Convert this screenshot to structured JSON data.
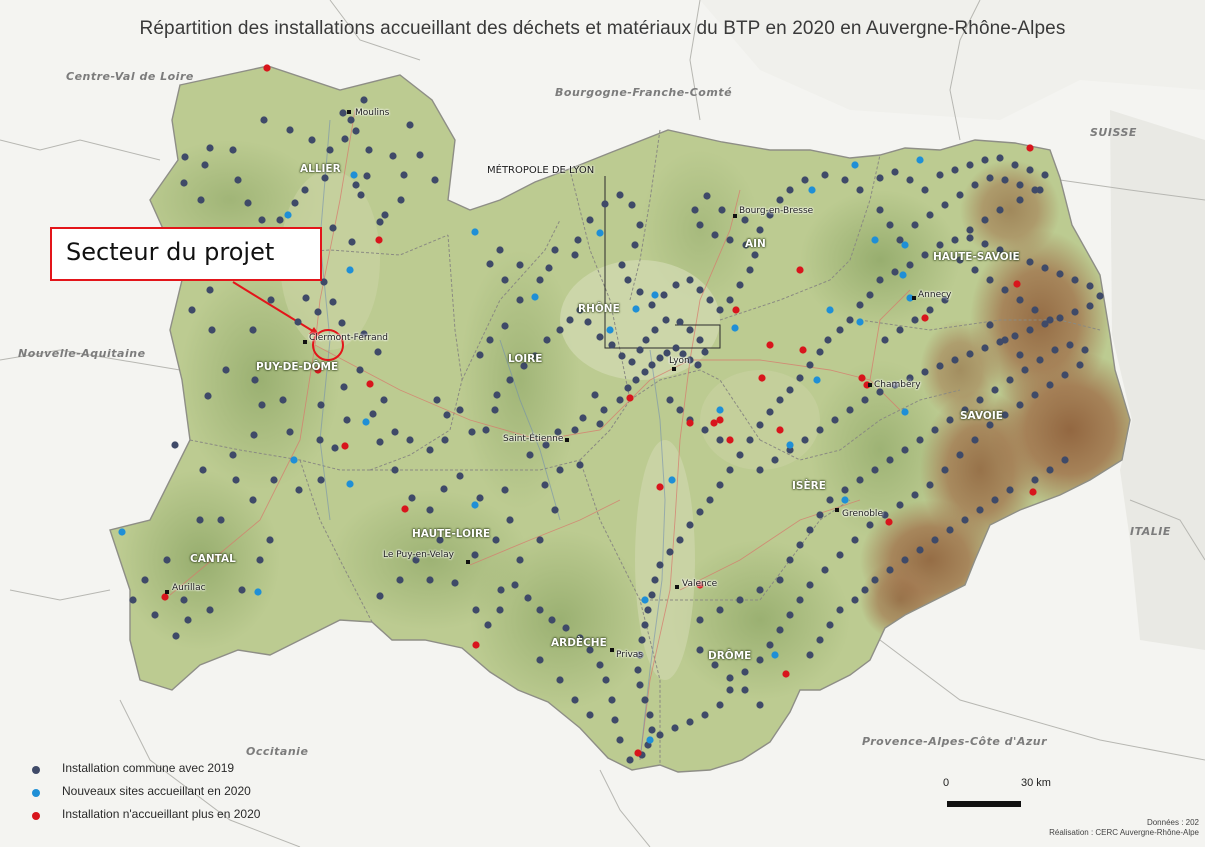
{
  "title": "Répartition des installations accueillant des déchets et matériaux du BTP en 2020 en Auvergne-Rhône-Alpes",
  "colors": {
    "commune_2019": "#3f4a68",
    "nouveaux_2020": "#1f8fd6",
    "plus_2020": "#d8151c",
    "callout_red": "#e3151a",
    "plain_green": "#b9c98f",
    "mountain_brown": "#9a6a44",
    "outside_land": "#efefec"
  },
  "callout": {
    "text": "Secteur du projet"
  },
  "regions": {
    "centre_val_de_loire": "Centre-Val de Loire",
    "bourgogne_franche_comte": "Bourgogne-Franche-Comté",
    "suisse": "SUISSE",
    "nouvelle_aquitaine": "Nouvelle-Aquitaine",
    "italie": "ITALIE",
    "occitanie": "Occitanie",
    "provence": "Provence-Alpes-Côte d'Azur"
  },
  "metropole": "MÉTROPOLE DE LYON",
  "departments": {
    "allier": "ALLIER",
    "puy_de_dome": "PUY-DE-DÔME",
    "cantal": "CANTAL",
    "haute_loire": "HAUTE-LOIRE",
    "loire": "LOIRE",
    "rhone": "RHÔNE",
    "ain": "AIN",
    "haute_savoie": "HAUTE-SAVOIE",
    "savoie": "SAVOIE",
    "isere": "ISÈRE",
    "drome": "DRÔME",
    "ardeche": "ARDÈCHE"
  },
  "cities": {
    "moulins": "Moulins",
    "clermont": "Clermont-Ferrand",
    "aurillac": "Aurillac",
    "le_puy": "Le Puy-en-Velay",
    "saint_etienne": "Saint-Étienne",
    "lyon": "Lyon",
    "bourg": "Bourg-en-Bresse",
    "annecy": "Annecy",
    "chambery": "Chambéry",
    "grenoble": "Grenoble",
    "valence": "Valence",
    "privas": "Privas"
  },
  "legend": [
    {
      "label": "Installation commune avec 2019",
      "color": "#3f4a68"
    },
    {
      "label": "Nouveaux sites accueillant en 2020",
      "color": "#1f8fd6"
    },
    {
      "label": "Installation n'accueillant plus en 2020",
      "color": "#d8151c"
    }
  ],
  "scale": {
    "zero": "0",
    "distance": "30 km"
  },
  "credits": {
    "line1": "Données : 202",
    "line2": "Réalisation : CERC Auvergne-Rhône-Alpe"
  }
}
